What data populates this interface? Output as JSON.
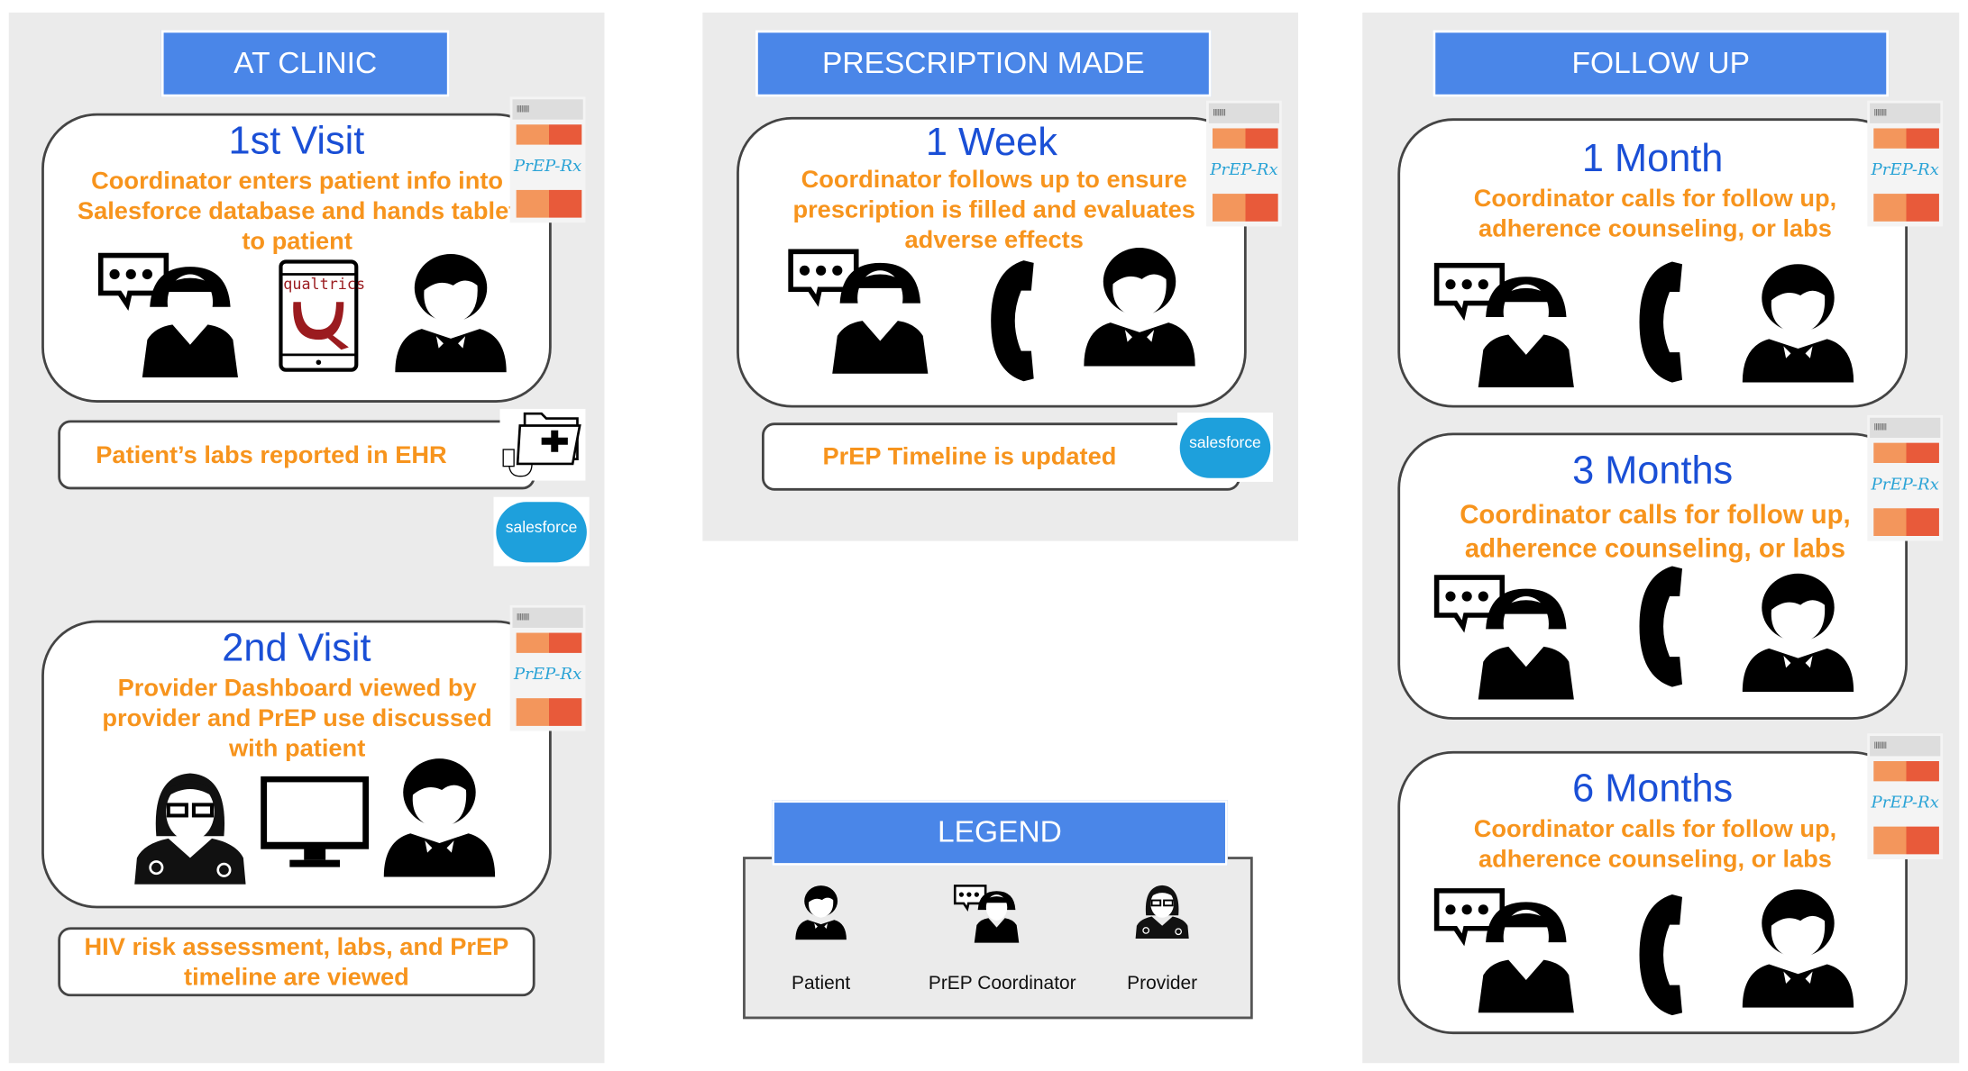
{
  "colors": {
    "header": "#4a86e8",
    "title": "#1a4fd6",
    "text": "#f7941d",
    "panel": "#ebebeb"
  },
  "pill_label": "PrEP-Rx",
  "salesforce_label": "salesforce",
  "qualtrics_label": "qualtrics",
  "clinic": {
    "header": "AT CLINIC",
    "visit1": {
      "title": "1st Visit",
      "text": "Coordinator enters patient info into Salesforce database and hands tablet to patient"
    },
    "labs_box": "Patient’s labs reported in EHR",
    "visit2": {
      "title": "2nd Visit",
      "text": "Provider Dashboard viewed by provider and PrEP use discussed with patient"
    },
    "risk_box": "HIV risk assessment, labs, and PrEP timeline are viewed"
  },
  "prescription": {
    "header": "PRESCRIPTION MADE",
    "week1": {
      "title": "1 Week",
      "text": "Coordinator follows up to ensure prescription is filled and evaluates adverse effects"
    },
    "timeline_box": "PrEP Timeline is updated"
  },
  "legend": {
    "header": "LEGEND",
    "items": [
      {
        "label": "Patient"
      },
      {
        "label": "PrEP Coordinator"
      },
      {
        "label": "Provider"
      }
    ]
  },
  "followup": {
    "header": "FOLLOW UP",
    "cards": [
      {
        "title": "1 Month",
        "text": "Coordinator calls for follow up, adherence counseling, or labs"
      },
      {
        "title": "3 Months",
        "text": "Coordinator calls for follow up, adherence counseling, or labs"
      },
      {
        "title": "6 Months",
        "text": "Coordinator calls for follow up, adherence counseling, or labs"
      }
    ]
  }
}
